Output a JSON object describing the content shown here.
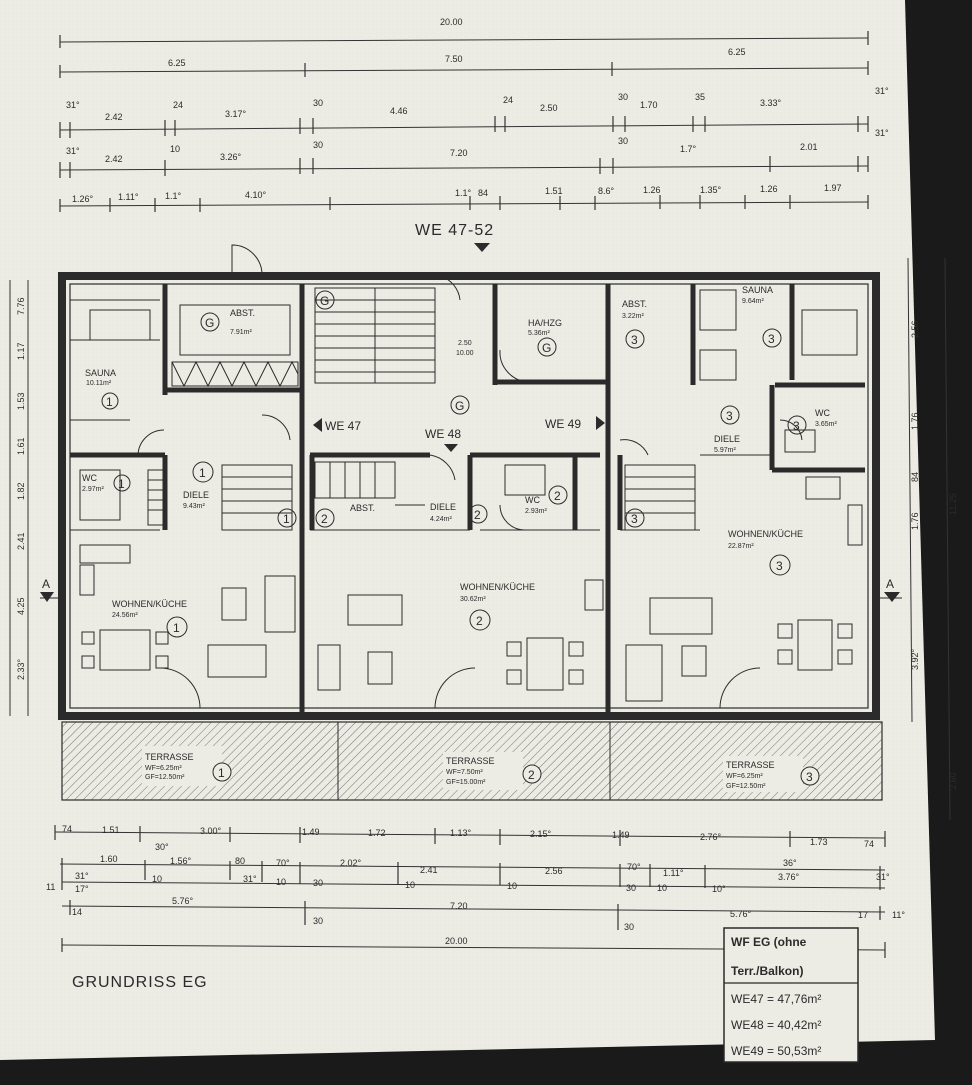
{
  "header": {
    "unit_label": "WE 47-52"
  },
  "dimensions": {
    "top_row1": "20.00",
    "top_row2": [
      "6.25",
      "7.50",
      "6.25"
    ],
    "top_row3": [
      "31°",
      "2.42",
      "24",
      "3.17°",
      "30",
      "4.46",
      "24",
      "2.50",
      "30",
      "1.70",
      "35",
      "3.33°",
      "31°"
    ],
    "top_row4": [
      "31°",
      "2.42",
      "10",
      "3.26°",
      "30",
      "7.20",
      "30",
      "1.7°",
      "2.01",
      "31°"
    ],
    "top_row5": [
      "1.26°",
      "1.11°",
      "1.1°",
      "4.10°",
      "1.1°",
      "84",
      "1.51",
      "8.6°",
      "1.26",
      "1.35°",
      "1.26",
      "1.97"
    ],
    "bottom_row1": [
      "74",
      "1.51",
      "30°",
      "3.00°",
      "1.49",
      "1.72",
      "1.13°",
      "2.15°",
      "1.49",
      "2.76°",
      "1.73",
      "74"
    ],
    "bottom_row2": [
      "1.60",
      "1.56°",
      "80",
      "70°",
      "2.02°",
      "2.41",
      "2.56",
      "70°",
      "1.11°",
      "36°",
      "3.76°"
    ],
    "bottom_row3": [
      "31°",
      "17°",
      "10",
      "31°",
      "10",
      "30",
      "10",
      "10",
      "30",
      "10",
      "10°",
      "31°"
    ],
    "bottom_row4": [
      "11",
      "14",
      "5.76°",
      "7.20",
      "5.76°",
      "17",
      "11°"
    ],
    "bottom_row5": [
      "30",
      "30"
    ],
    "bottom_total": "20.00",
    "left_side": [
      "7.76",
      "1.17",
      "1.53",
      "1.61",
      "1.82",
      "4.25",
      "2.33°",
      "2.41"
    ],
    "right_side": [
      "2.56",
      "1.76",
      "84",
      "1.76",
      "3.92°",
      "11.25",
      "2.60"
    ]
  },
  "rooms": {
    "sauna1": {
      "name": "SAUNA",
      "area": "10.11m²",
      "unit": "1"
    },
    "abst_g": {
      "name": "ABST.",
      "area": "7.91m²",
      "unit": "G"
    },
    "stair_g": {
      "name": "G",
      "area": "2.50"
    },
    "ha_hzg": {
      "name": "HA/HZG",
      "area": "5.36m²",
      "unit": "G"
    },
    "abst3": {
      "name": "ABST.",
      "area": "3.22m²",
      "unit": "3"
    },
    "sauna3": {
      "name": "SAUNA",
      "area": "9.64m²",
      "unit": "3"
    },
    "wc1": {
      "name": "WC",
      "area": "2.97m²",
      "unit": "1"
    },
    "diele1": {
      "name": "DIELE",
      "area": "9.43m²",
      "unit": "1"
    },
    "abst2": {
      "name": "ABST.",
      "unit": "2"
    },
    "diele2": {
      "name": "DIELE",
      "area": "4.24m²",
      "unit": "2"
    },
    "wc2": {
      "name": "WC",
      "area": "2.93m²",
      "unit": "2"
    },
    "diele3": {
      "name": "DIELE",
      "area": "5.97m²",
      "unit": "3"
    },
    "wc3": {
      "name": "WC",
      "area": "3.65m²",
      "unit": "3"
    },
    "wohnen1": {
      "name": "WOHNEN/KÜCHE",
      "area": "24.56m²",
      "unit": "1"
    },
    "wohnen2": {
      "name": "WOHNEN/KÜCHE",
      "area": "30.62m²",
      "unit": "2"
    },
    "wohnen3": {
      "name": "WOHNEN/KÜCHE",
      "area": "22.87m²",
      "unit": "3"
    },
    "terrasse1": {
      "name": "TERRASSE",
      "wf": "WF=6.25m²",
      "gf": "GF=12.50m²",
      "unit": "1"
    },
    "terrasse2": {
      "name": "TERRASSE",
      "wf": "WF=7.50m²",
      "gf": "GF=15.00m²",
      "unit": "2"
    },
    "terrasse3": {
      "name": "TERRASSE",
      "wf": "WF=6.25m²",
      "gf": "GF=12.50m²",
      "unit": "3"
    }
  },
  "unit_labels": {
    "we47": "WE 47",
    "we48": "WE 48",
    "we49": "WE 49",
    "stair_level": "10.00"
  },
  "section_marker": "A",
  "footer_title": "GRUNDRISS EG",
  "legend": {
    "title_line1": "WF EG (ohne",
    "title_line2": "Terr./Balkon)",
    "rows": [
      "WE47 = 47,76m²",
      "WE48 = 40,42m²",
      "WE49 = 50,53m²"
    ]
  },
  "colors": {
    "paper": "#ecebe4",
    "ink": "#2b2b2b",
    "shadow": "#1a1a1a"
  }
}
